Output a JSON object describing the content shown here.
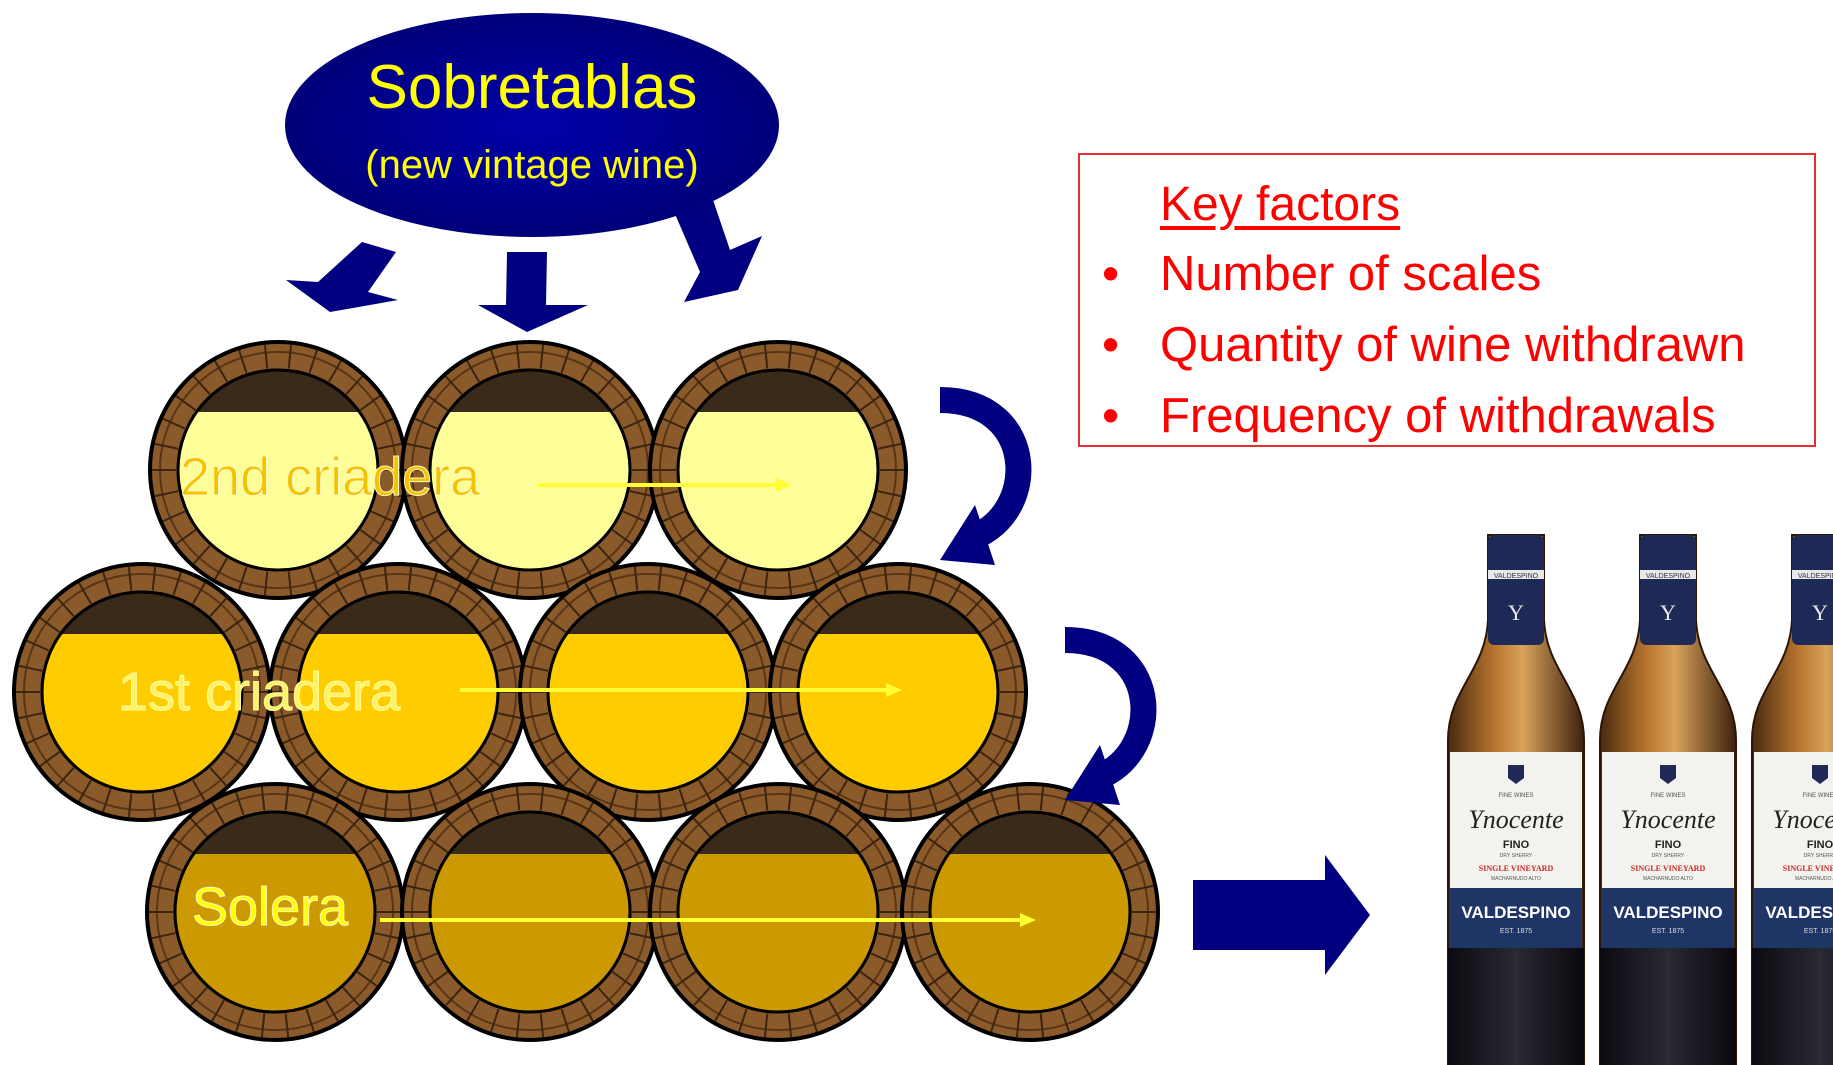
{
  "sobretablas": {
    "title": "Sobretablas",
    "subtitle": "(new vintage wine)"
  },
  "rows": [
    {
      "label": "2nd criadera",
      "fill": "#ffff99"
    },
    {
      "label": "1st criadera",
      "fill": "#ffcc00"
    },
    {
      "label": "Solera",
      "fill": "#cc9900"
    }
  ],
  "key_factors": {
    "title": "Key factors",
    "items": [
      "Number of scales",
      "Quantity of wine withdrawn",
      "Frequency of withdrawals"
    ]
  },
  "bottle": {
    "brand_top": "FINE WINES",
    "name": "Ynocente",
    "style": "FINO",
    "style_sub": "DRY SHERRY",
    "vineyard": "SINGLE VINEYARD",
    "vineyard_sub": "MACHARNUDO ALTO",
    "producer": "VALDESPINO",
    "established": "EST. 1875",
    "neck_band": "VALDESPINO",
    "monogram": "Y"
  },
  "colors": {
    "arrow": "#000080",
    "ellipse_fill": "#000099",
    "ellipse_text": "#ffff00",
    "row_arrow": "#ffff33",
    "key_text": "#ff0000",
    "key_border": "#e03030",
    "barrel_wood": "#8a5a2b",
    "barrel_dark": "#3a2a1a"
  }
}
